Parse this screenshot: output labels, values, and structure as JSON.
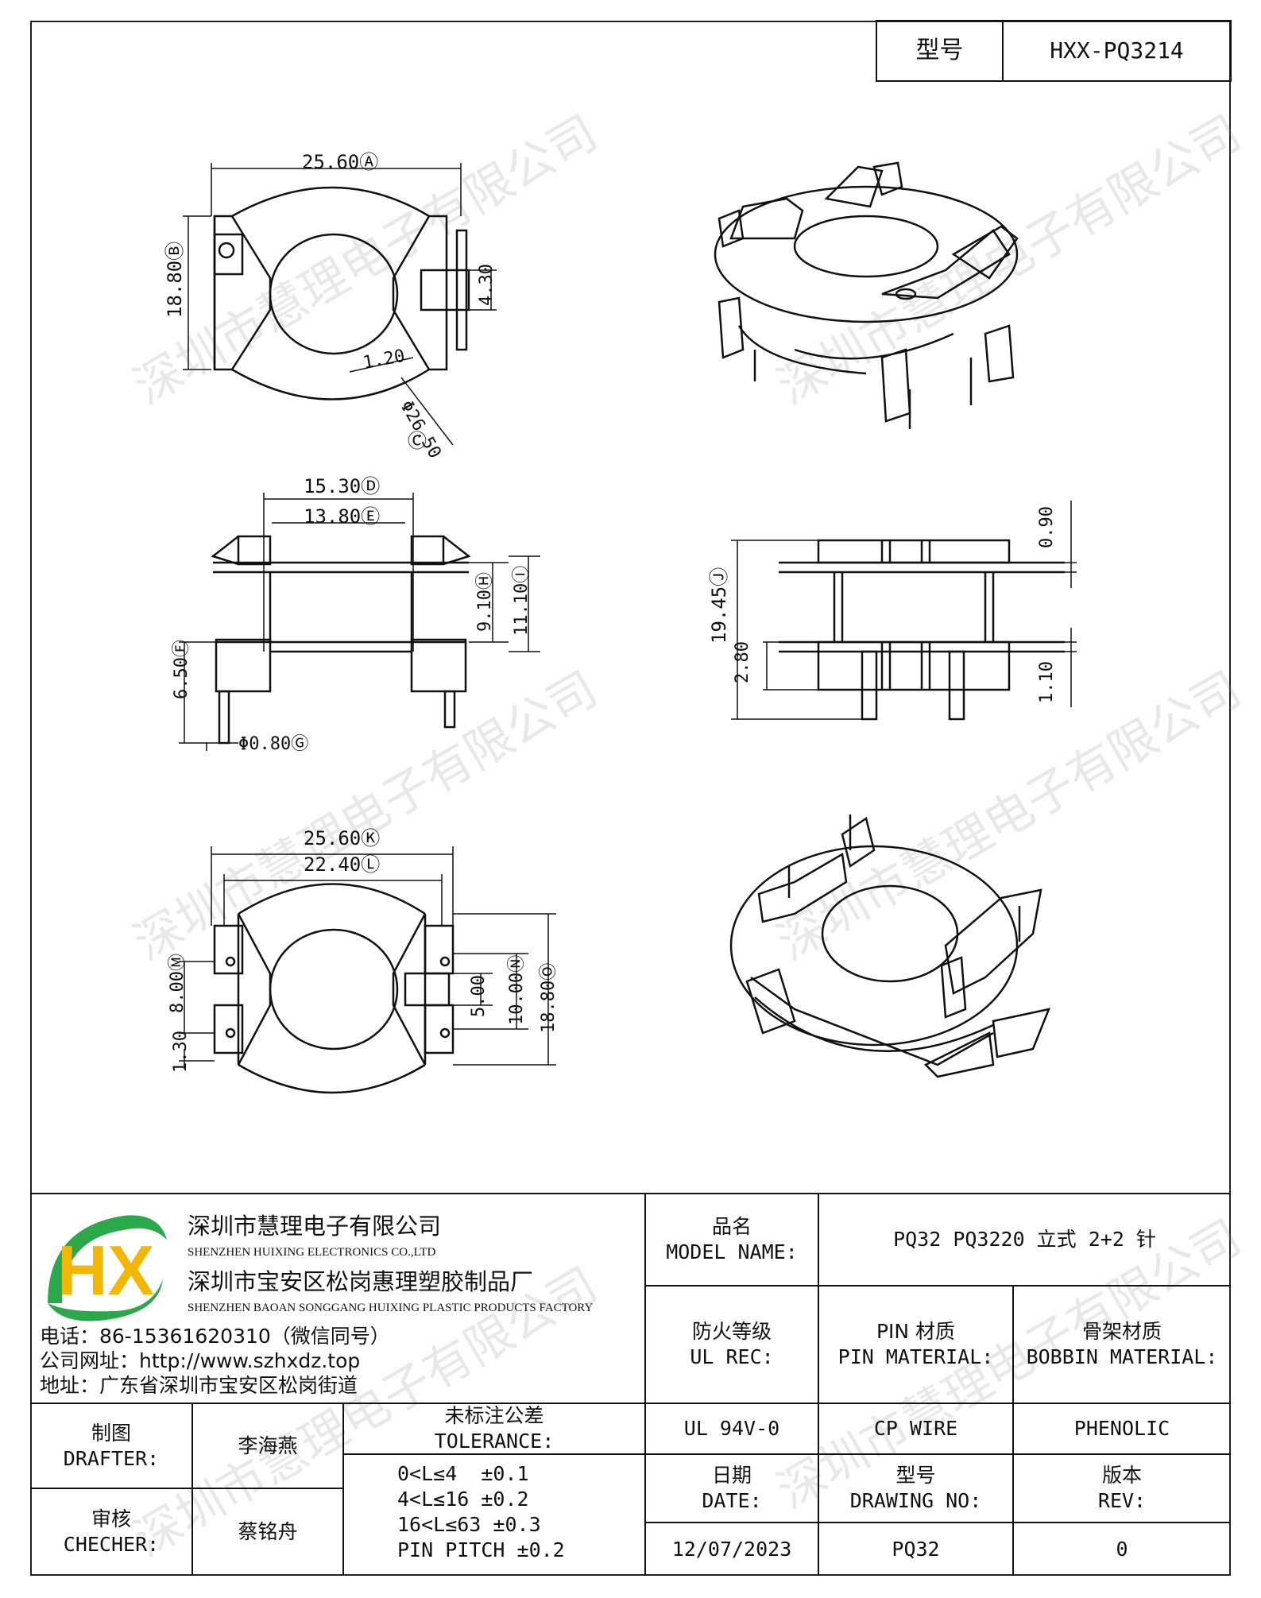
{
  "model_box": {
    "label": "型号",
    "value": "HXX-PQ3214"
  },
  "dimensions": {
    "top_width": "25.60Ⓐ",
    "top_height": "18.80Ⓑ",
    "center_slot": "4.30",
    "wall": "1.20",
    "outer_dia": "Φ26.50",
    "c_mark": "Ⓒ",
    "side_outer": "15.30Ⓓ",
    "side_inner": "13.80Ⓔ",
    "side_h1": "9.10Ⓗ",
    "side_h2": "11.10Ⓘ",
    "pin_len": "6.50Ⓕ",
    "pin_dia": "Φ0.80Ⓖ",
    "total_h": "19.45Ⓙ",
    "flange_top": "0.90",
    "flange_gap": "2.80",
    "flange_bot": "1.10",
    "bot_outer": "25.60Ⓚ",
    "bot_inner": "22.40Ⓛ",
    "pin_pitch": "8.00Ⓜ",
    "pin_tab": "1.30",
    "slot_w": "5.00",
    "slot_outer": "10.00Ⓝ",
    "bot_height": "18.80Ⓞ"
  },
  "company": {
    "logo_text": "HX",
    "name_cn": "深圳市慧理电子有限公司",
    "name_en": "SHENZHEN HUIXING ELECTRONICS CO.,LTD",
    "factory_cn": "深圳市宝安区松岗惠理塑胶制品厂",
    "factory_en": "SHENZHEN BAOAN SONGGANG HUIXING PLASTIC PRODUCTS FACTORY",
    "phone": "电话：86-15361620310（微信同号）",
    "website": "公司网址：http://www.szhxdz.top",
    "address": "地址：广东省深圳市宝安区松岗街道"
  },
  "title_block": {
    "model_name_cn": "品名",
    "model_name_en": "MODEL NAME:",
    "model_name_value": "PQ32 PQ3220 立式 2+2 针",
    "ul_cn": "防火等级",
    "ul_en": "UL REC:",
    "pin_mat_cn": "PIN 材质",
    "pin_mat_en": "PIN MATERIAL:",
    "bobbin_mat_cn": "骨架材质",
    "bobbin_mat_en": "BOBBIN MATERIAL:",
    "ul_value": "UL 94V-0",
    "pin_mat_value": "CP WIRE",
    "bobbin_mat_value": "PHENOLIC",
    "drafter_cn": "制图",
    "drafter_en": "DRAFTER:",
    "drafter_value": "李海燕",
    "checker_cn": "审核",
    "checker_en": "CHECHER:",
    "checker_value": "蔡铭舟",
    "tolerance_cn": "未标注公差",
    "tolerance_en": "TOLERANCE:",
    "tol1": "0<L≤4  ±0.1",
    "tol2": "4<L≤16 ±0.2",
    "tol3": "16<L≤63 ±0.3",
    "tol4": "PIN PITCH ±0.2",
    "date_cn": "日期",
    "date_en": "DATE:",
    "date_value": "12/07/2023",
    "drawing_no_cn": "型号",
    "drawing_no_en": "DRAWING NO:",
    "drawing_no_value": "PQ32",
    "rev_cn": "版本",
    "rev_en": "REV:",
    "rev_value": "0"
  },
  "watermark": "深圳市慧理电子有限公司"
}
